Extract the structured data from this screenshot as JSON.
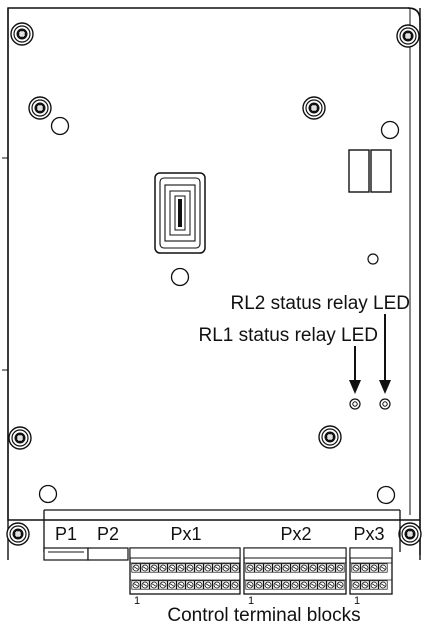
{
  "labels": {
    "rl2_led": "RL2 status relay LED",
    "rl1_led": "RL1 status relay LED",
    "control_terminal_blocks": "Control terminal blocks"
  },
  "ports": {
    "p1": "P1",
    "p2": "P2",
    "px1": "Px1",
    "px2": "Px2",
    "px3": "Px3"
  },
  "pin_markers": {
    "px1_pin": "1",
    "px2_pin": "1",
    "px3_pin": "1"
  }
}
